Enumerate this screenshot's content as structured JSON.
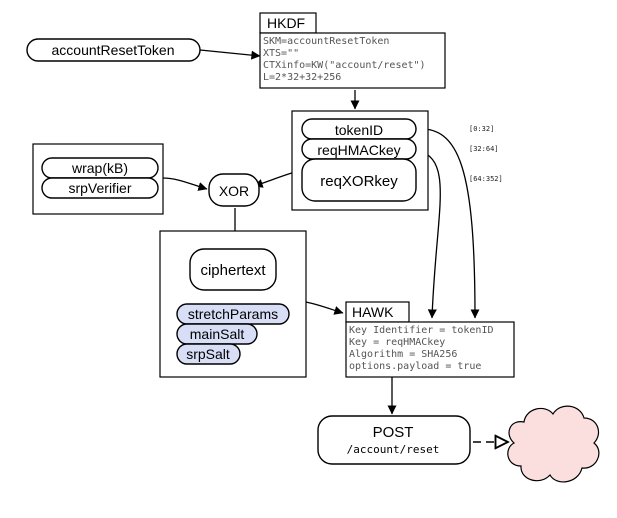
{
  "nodes": {
    "account_reset_token": "accountResetToken",
    "hkdf": {
      "title": "HKDF",
      "lines": [
        "SKM=accountResetToken",
        "XTS=\"\"",
        "CTXinfo=KW(\"account/reset\")",
        "L=2*32+32+256"
      ]
    },
    "token_id": "tokenID",
    "req_hmac_key": "reqHMACkey",
    "req_xor_key": "reqXORkey",
    "ranges": [
      "[0:32]",
      "[32:64]",
      "[64:352]"
    ],
    "wrap_kb": "wrap(kB)",
    "srp_verifier": "srpVerifier",
    "xor": "XOR",
    "ciphertext": "ciphertext",
    "stretch_params": "stretchParams",
    "main_salt": "mainSalt",
    "srp_salt": "srpSalt",
    "hawk": {
      "title": "HAWK",
      "lines": [
        "Key Identifier = tokenID",
        "Key = reqHMACkey",
        "Algorithm = SHA256",
        "options.payload = true"
      ]
    },
    "post": {
      "title": "POST",
      "path": "/account/reset"
    }
  },
  "colors": {
    "salt_fill": "#d9def7",
    "cloud_fill": "#fbdede"
  }
}
